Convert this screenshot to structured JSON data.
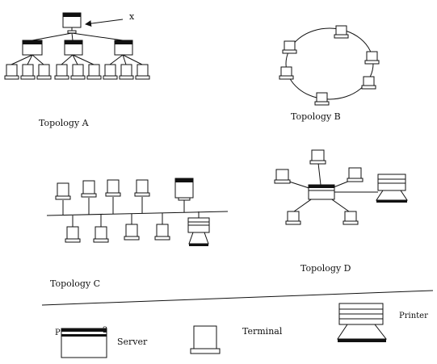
{
  "labels": {
    "topology_a": "Topology A",
    "topology_b": "Topology B",
    "topology_c": "Topology C",
    "topology_d": "Topology D",
    "marker_x": "x"
  },
  "legend": {
    "server": "Server",
    "terminal": "Terminal",
    "printer": "Printer",
    "port_left": "P",
    "port_right": "2"
  }
}
